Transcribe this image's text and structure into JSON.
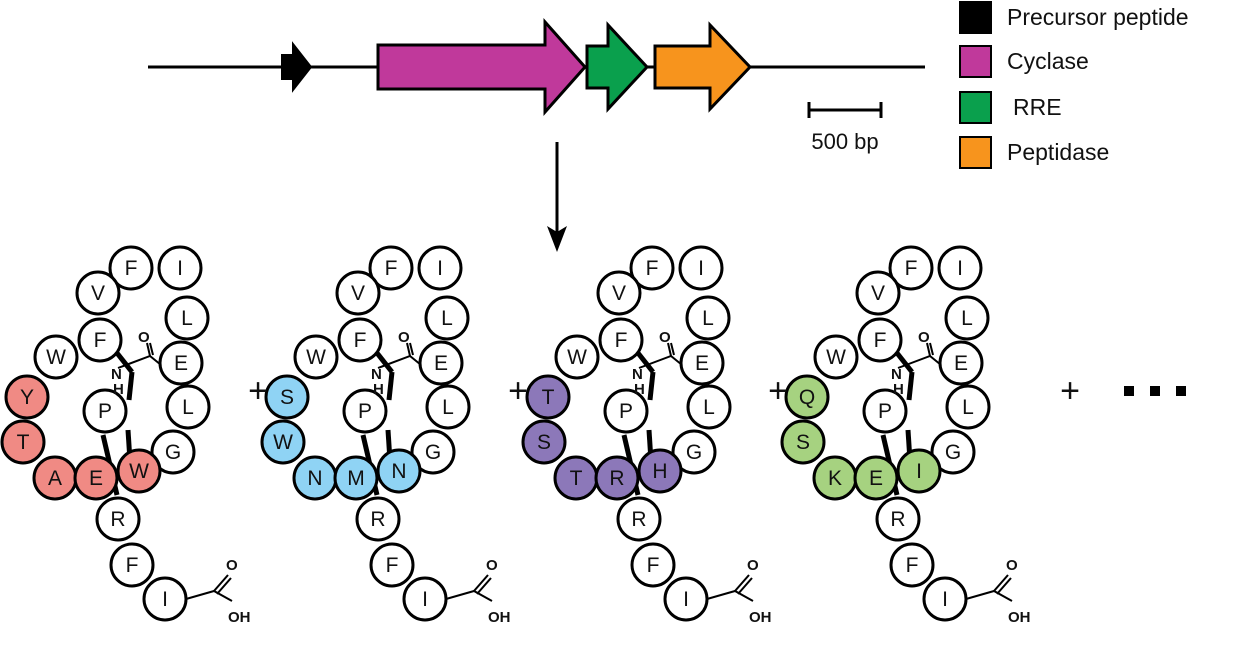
{
  "legend": [
    {
      "label": "Precursor peptide",
      "color": "#000000"
    },
    {
      "label": "Cyclase",
      "color": "#c0399b"
    },
    {
      "label": "RRE",
      "color": "#0aa04d"
    },
    {
      "label": "Peptidase",
      "color": "#f7941d"
    }
  ],
  "scale_bar": {
    "label": "500 bp"
  },
  "operators": {
    "plus": "+",
    "ellipsis": "..."
  },
  "chem": {
    "carbonyl_o": "O",
    "amide_n": "N",
    "amide_h": "H",
    "acid": "OH"
  },
  "peptide_core": [
    "F",
    "V",
    "F",
    "I",
    "L",
    "E",
    "L",
    "G",
    "P",
    "W",
    "R",
    "F",
    "I"
  ],
  "variants": [
    {
      "residues": [
        "Y",
        "T",
        "A",
        "E",
        "W"
      ],
      "color": "#f08a84"
    },
    {
      "residues": [
        "S",
        "W",
        "N",
        "M",
        "N"
      ],
      "color": "#8fd3f4"
    },
    {
      "residues": [
        "T",
        "S",
        "T",
        "R",
        "H"
      ],
      "color": "#8c78b9"
    },
    {
      "residues": [
        "Q",
        "S",
        "K",
        "E",
        "I"
      ],
      "color": "#a6d280"
    }
  ]
}
